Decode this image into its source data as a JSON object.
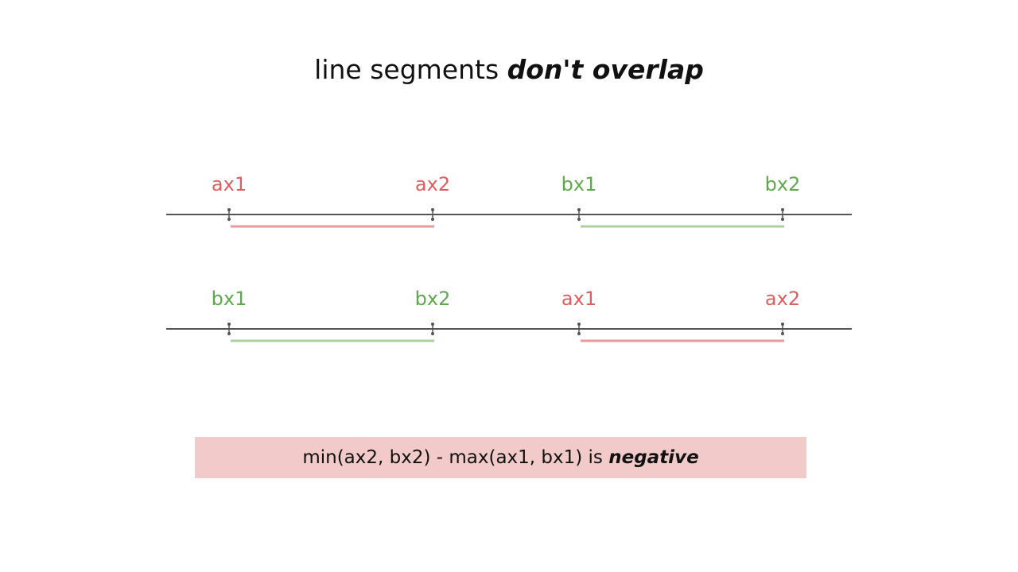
{
  "title": {
    "prefix": "line segments ",
    "emphasis": "don't overlap"
  },
  "colors": {
    "a": "#d9605f",
    "b": "#5fa84d",
    "a_segment": "#e99a9a",
    "b_segment": "#abd29e",
    "axis": "#555555",
    "formula_background": "#f2caca"
  },
  "rows": [
    {
      "points": [
        {
          "label": "ax1",
          "series": "a"
        },
        {
          "label": "ax2",
          "series": "a"
        },
        {
          "label": "bx1",
          "series": "b"
        },
        {
          "label": "bx2",
          "series": "b"
        }
      ],
      "segments": [
        {
          "series": "a",
          "from": "ax1",
          "to": "ax2"
        },
        {
          "series": "b",
          "from": "bx1",
          "to": "bx2"
        }
      ]
    },
    {
      "points": [
        {
          "label": "bx1",
          "series": "b"
        },
        {
          "label": "bx2",
          "series": "b"
        },
        {
          "label": "ax1",
          "series": "a"
        },
        {
          "label": "ax2",
          "series": "a"
        }
      ],
      "segments": [
        {
          "series": "b",
          "from": "bx1",
          "to": "bx2"
        },
        {
          "series": "a",
          "from": "ax1",
          "to": "ax2"
        }
      ]
    }
  ],
  "formula": {
    "prefix": "min(ax2, bx2) - max(ax1, bx1) is ",
    "emphasis": "negative"
  }
}
